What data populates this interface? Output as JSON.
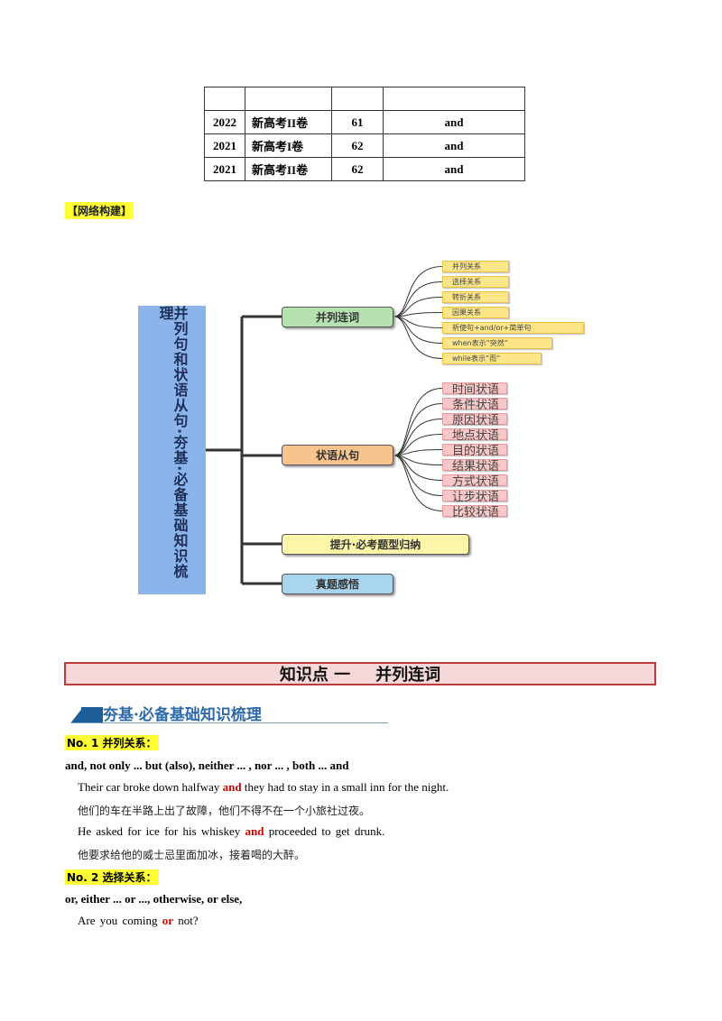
{
  "table": {
    "rows": [
      {
        "year": "",
        "paper": "",
        "num": "",
        "answer": ""
      },
      {
        "year": "2022",
        "paper": "新高考II卷",
        "num": "61",
        "answer": "and"
      },
      {
        "year": "2021",
        "paper": "新高考I卷",
        "num": "62",
        "answer": "and"
      },
      {
        "year": "2021",
        "paper": "新高考II卷",
        "num": "62",
        "answer": "and"
      }
    ]
  },
  "network_heading": "【网络构建】",
  "mindmap": {
    "root": "并列句和状语从句·夯基·必备基础知识梳理",
    "branches": [
      {
        "label": "并列连词",
        "color": "#b5e2b0"
      },
      {
        "label": "状语从句",
        "color": "#f7c48e"
      },
      {
        "label": "提升·必考题型归纳",
        "color": "#fdf6a8"
      },
      {
        "label": "真题感悟",
        "color": "#a9d5f0"
      }
    ],
    "leaves_1": [
      "并列关系",
      "选择关系",
      "转折关系",
      "因果关系",
      "祈使句+and/or+简单句",
      "when表示“突然”",
      "while表示“而”"
    ],
    "leaves_2": [
      "时间状语",
      "条件状语",
      "原因状语",
      "地点状语",
      "目的状语",
      "结果状语",
      "方式状语",
      "让步状语",
      "比较状语"
    ]
  },
  "section": {
    "title_a": "知识点 一",
    "title_b": "并列连词"
  },
  "subheading": "夯基·必备基础知识梳理",
  "no1": {
    "label": "No. 1 并列关系：",
    "words": "and, not only ... but (also), neither ... , nor ... , both ... and"
  },
  "ex1": {
    "before": "Their car broke down halfway",
    "key": "and",
    "after": "they had to stay in a small inn for the night.",
    "cn": "他们的车在半路上出了故障，他们不得不在一个小旅社过夜。"
  },
  "ex2": {
    "before": "He  asked  for  ice  for  his  whiskey",
    "key": "and",
    "after": "proceeded  to  get  drunk.",
    "cn": "他要求给他的威士忌里面加冰，接着喝的大醉。"
  },
  "no2": {
    "label": "No. 2 选择关系：",
    "words": "or, either ... or ..., otherwise, or else,"
  },
  "ex3": {
    "before": "Are  you  coming",
    "key": "or",
    "after": "not?"
  }
}
